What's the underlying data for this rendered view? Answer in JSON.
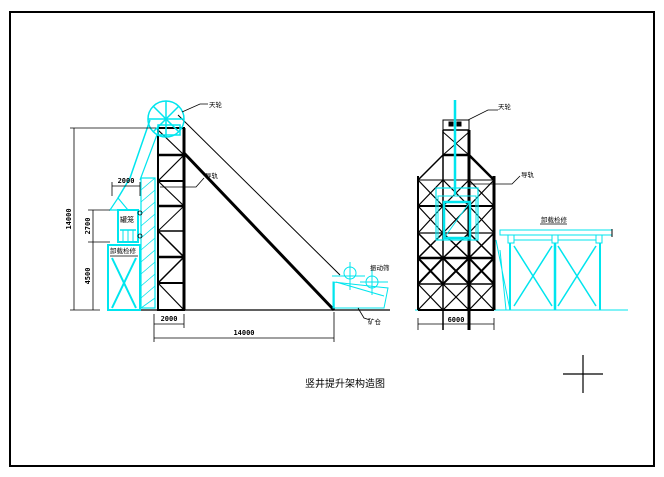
{
  "drawing": {
    "title": "竖井提升架构造图",
    "colors": {
      "structure": "#000000",
      "equipment": "#00e5ee",
      "background": "#ffffff"
    },
    "side_view": {
      "labels": {
        "head_sheave": "天轮",
        "guide_rail": "导轨",
        "cage": "罐笼",
        "unloading_platform": "卸载检修",
        "vibrating_screen": "振动筛",
        "bin": "矿仓"
      },
      "dimensions": {
        "total_height": "14000",
        "cage_height": "2700",
        "platform_height": "4500",
        "cage_width": "2000",
        "tower_width": "2000",
        "horizontal_span": "14000"
      }
    },
    "front_view": {
      "labels": {
        "head_sheave": "天轮",
        "guide_rail": "导轨",
        "unloading_platform": "卸载检修"
      },
      "dimensions": {
        "tower_width": "6000"
      }
    }
  }
}
